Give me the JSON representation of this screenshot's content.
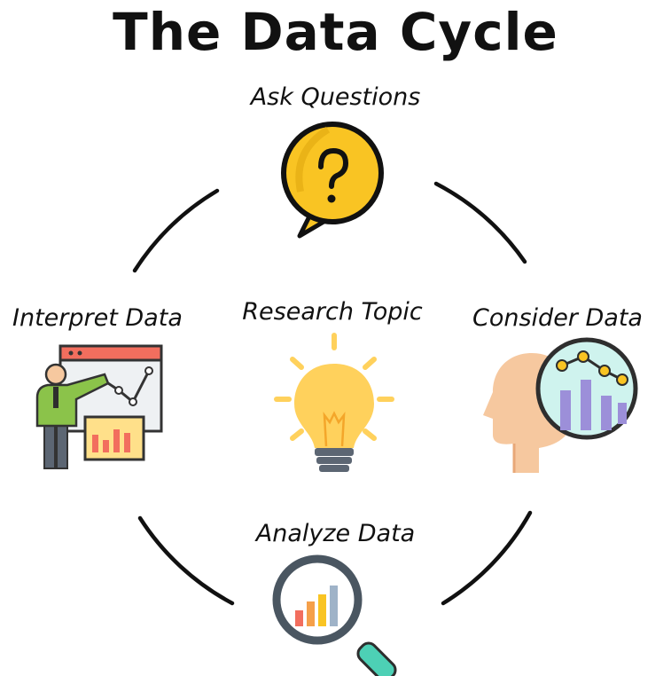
{
  "title": "The Data Cycle",
  "stages": {
    "ask": "Ask Questions",
    "consider": "Consider Data",
    "analyze": "Analyze Data",
    "interpret": "Interpret Data",
    "center": "Research Topic"
  },
  "icons": {
    "ask": "question-speech-bubble-icon",
    "consider": "head-with-chart-icon",
    "analyze": "magnifier-bar-chart-icon",
    "interpret": "presenter-board-icon",
    "center": "lightbulb-icon"
  },
  "colors": {
    "text": "#111111",
    "ring": "#111111",
    "bubble": "#F9C423",
    "bulb": "#FFD15C",
    "teal": "#4DD0B5",
    "skin": "#F6C89F",
    "board_header": "#F26E5E",
    "shirt": "#8BC34A"
  }
}
